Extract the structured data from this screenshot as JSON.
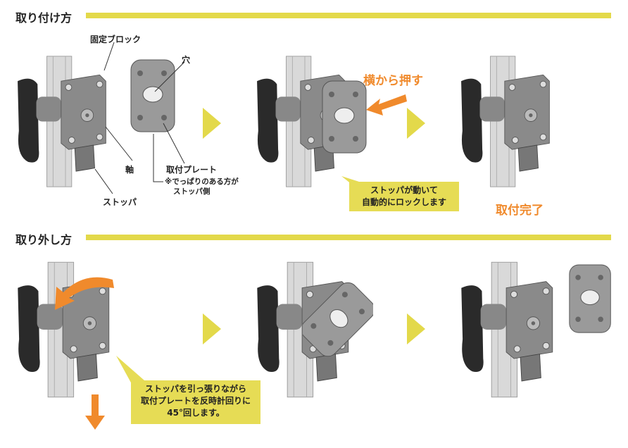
{
  "sections": [
    {
      "title": "取り付け方"
    },
    {
      "title": "取り外し方"
    }
  ],
  "install": {
    "labels": {
      "block": "固定ブロック",
      "hole": "穴",
      "shaft": "軸",
      "plate": "取付プレート",
      "plate_note_1": "※でっぱりのある方が",
      "plate_note_2": "ストッパ側",
      "stopper": "ストッパ"
    },
    "push": "横から押す",
    "callout": [
      "ストッパが動いて",
      "自動的にロックします"
    ],
    "done": "取付完了"
  },
  "remove": {
    "callout": [
      "ストッパを引っ張りながら",
      "取付プレートを反時計回りに",
      "45°回します。"
    ]
  },
  "colors": {
    "accent_yellow": "#e3d94a",
    "accent_orange": "#f08a2c"
  }
}
